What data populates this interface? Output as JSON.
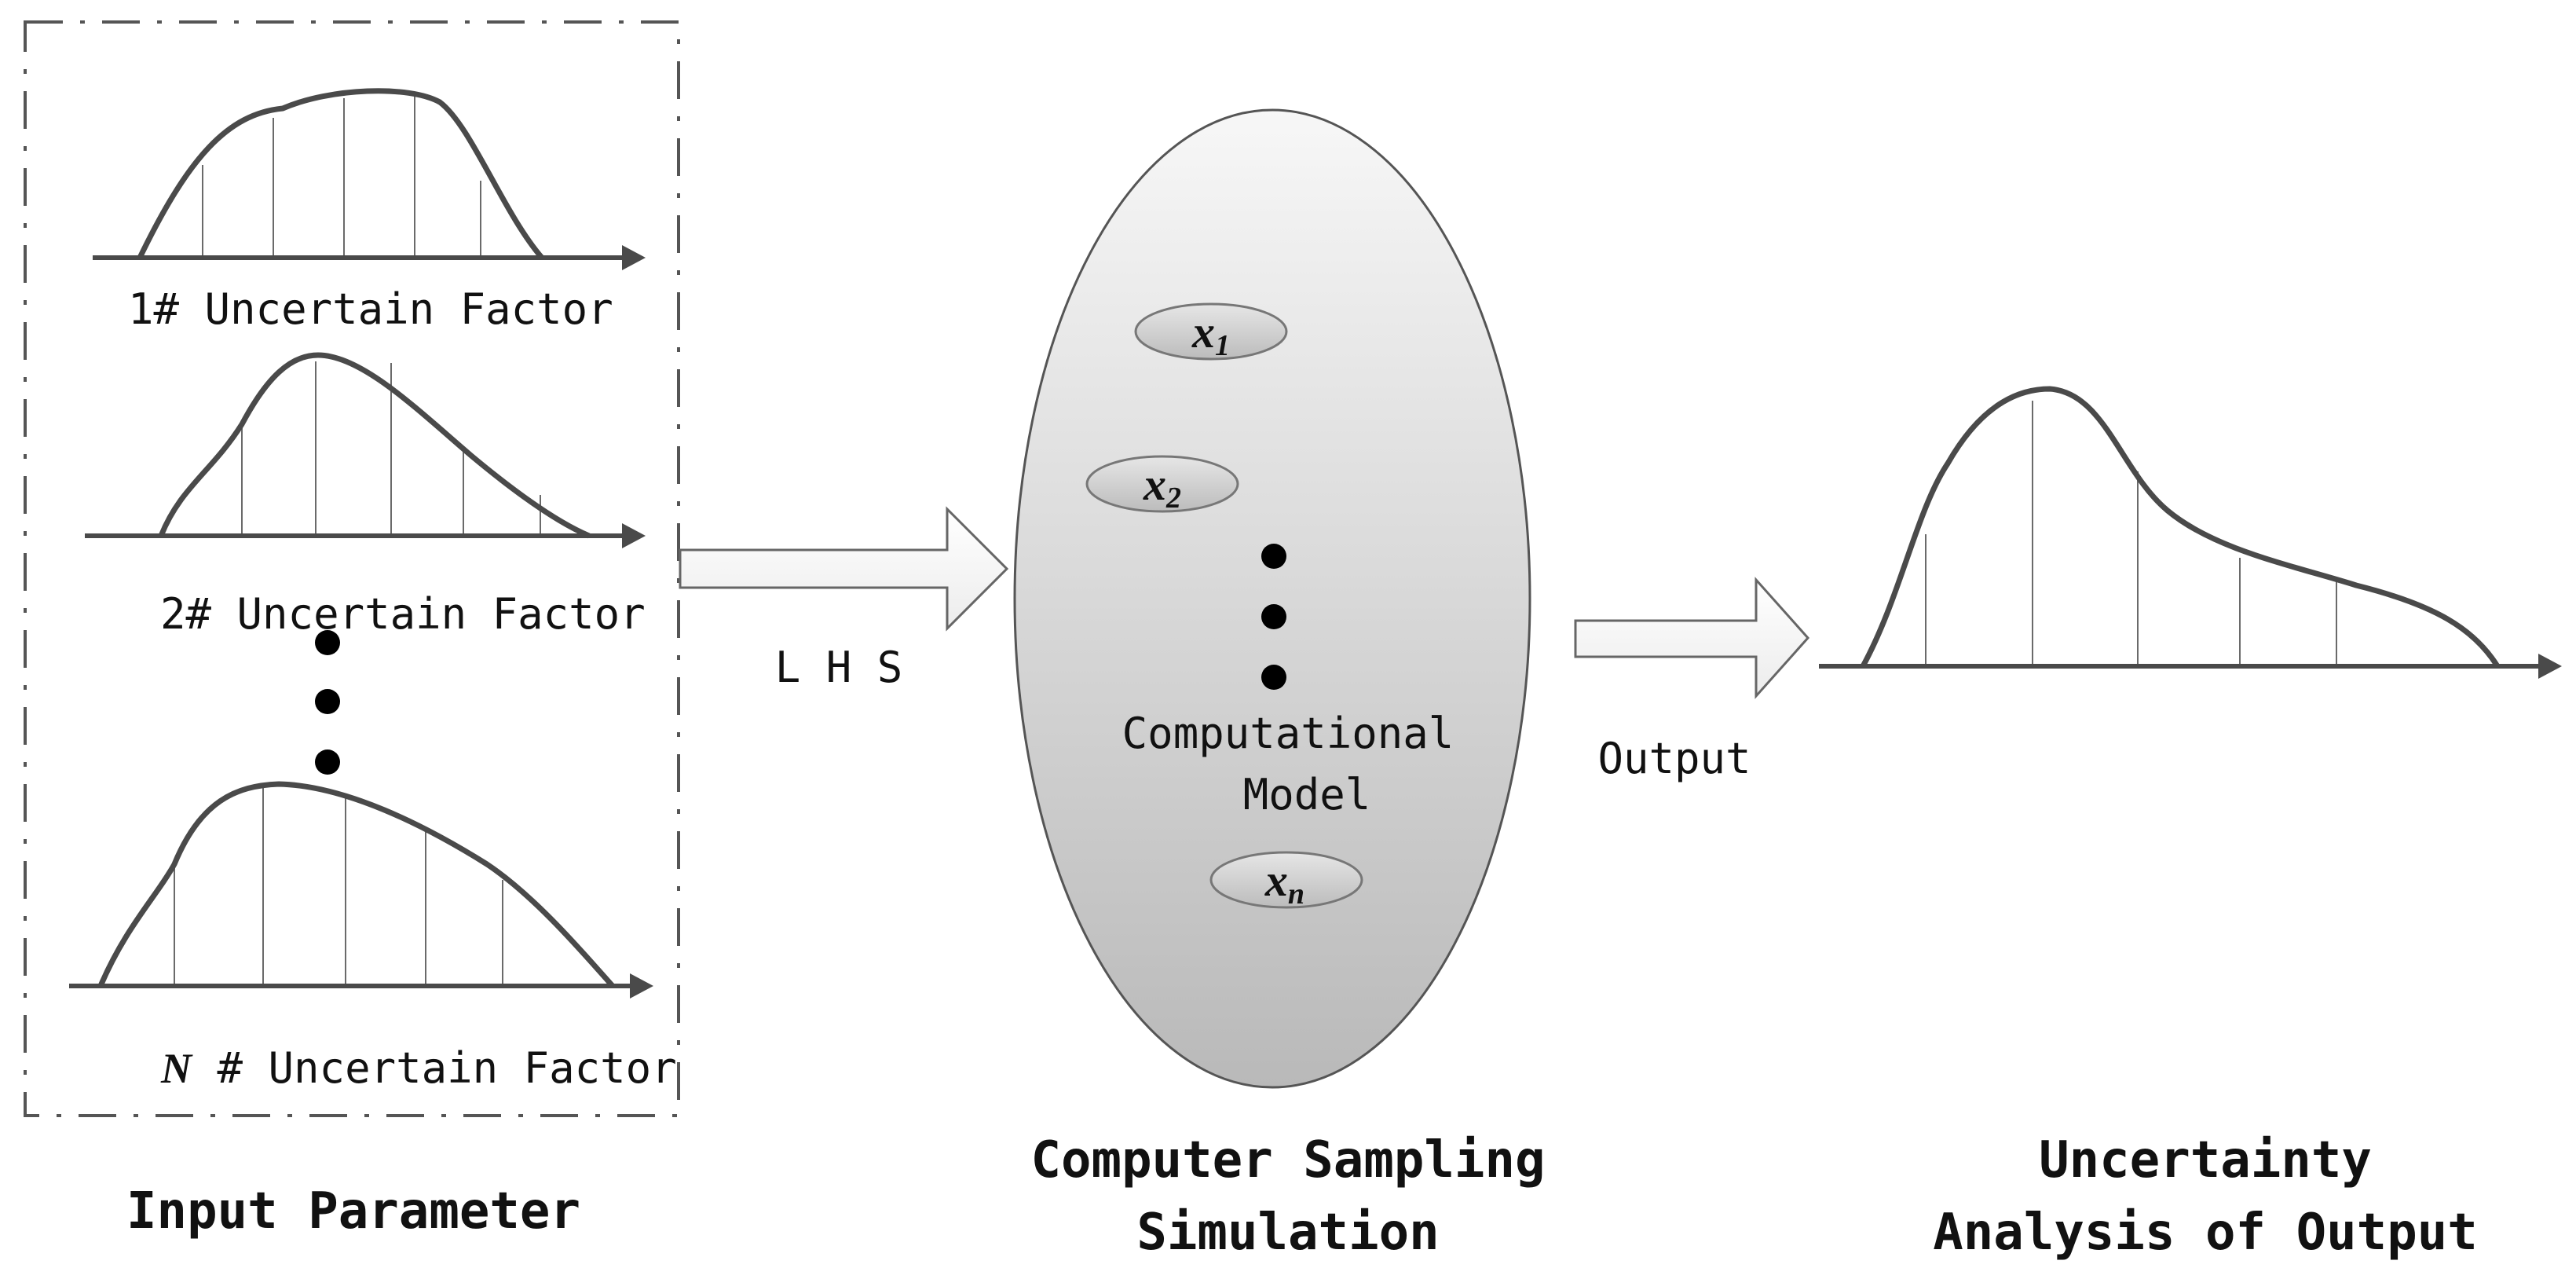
{
  "input_section": {
    "caption": "Input Parameter",
    "factors": [
      {
        "label": "1# Uncertain Factor"
      },
      {
        "label": "2# Uncertain Factor"
      },
      {
        "label_prefix": "N",
        "label": " # Uncertain Factor"
      }
    ]
  },
  "lhs_label": "L H S",
  "model": {
    "variables": [
      {
        "base": "x",
        "sub": "1"
      },
      {
        "base": "x",
        "sub": "2"
      },
      {
        "base": "x",
        "sub": "n"
      }
    ],
    "label_line1": "Computational",
    "label_line2": "Model",
    "caption_line1": "Computer Sampling",
    "caption_line2": "Simulation"
  },
  "output_label": "Output",
  "output_section": {
    "caption_line1": "Uncertainty",
    "caption_line2": "Analysis of Output"
  },
  "colors": {
    "curve": "#4a4a4a",
    "axis": "#4a4a4a",
    "dashed_border": "#555555",
    "ellipse_top": "#f7f7f7",
    "ellipse_bottom": "#b9b9b9",
    "oval_fill": "#cfcfcf"
  }
}
